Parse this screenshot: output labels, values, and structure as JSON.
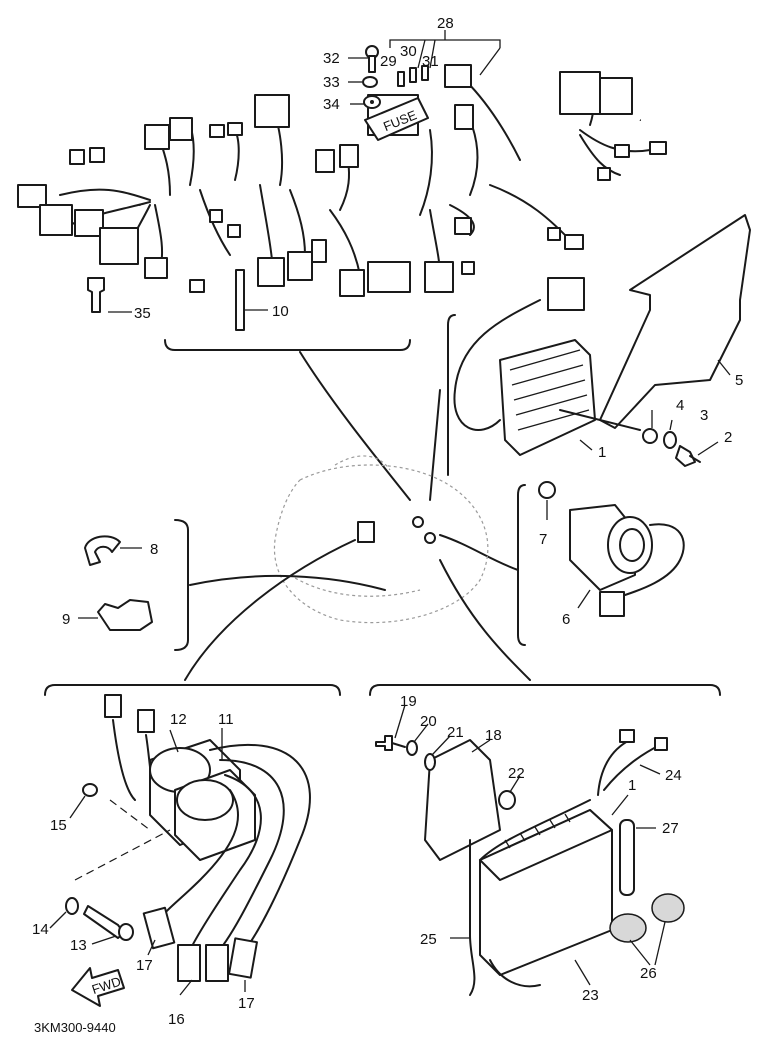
{
  "diagram": {
    "code": "3KM300-9440",
    "fwd_label": "FWD",
    "fuse_label": "FUSE",
    "callouts": [
      {
        "n": "1"
      },
      {
        "n": "2"
      },
      {
        "n": "3"
      },
      {
        "n": "4"
      },
      {
        "n": "5"
      },
      {
        "n": "6"
      },
      {
        "n": "7"
      },
      {
        "n": "8"
      },
      {
        "n": "9"
      },
      {
        "n": "10"
      },
      {
        "n": "11"
      },
      {
        "n": "12"
      },
      {
        "n": "13"
      },
      {
        "n": "14"
      },
      {
        "n": "15"
      },
      {
        "n": "16"
      },
      {
        "n": "17"
      },
      {
        "n": "17"
      },
      {
        "n": "18"
      },
      {
        "n": "19"
      },
      {
        "n": "20"
      },
      {
        "n": "21"
      },
      {
        "n": "22"
      },
      {
        "n": "23"
      },
      {
        "n": "24"
      },
      {
        "n": "25"
      },
      {
        "n": "26"
      },
      {
        "n": "27"
      },
      {
        "n": "28"
      },
      {
        "n": "29"
      },
      {
        "n": "30"
      },
      {
        "n": "31"
      },
      {
        "n": "32"
      },
      {
        "n": "33"
      },
      {
        "n": "34"
      },
      {
        "n": "35"
      },
      {
        "n": "1"
      }
    ]
  },
  "colors": {
    "ink": "#1a1a1a",
    "paper": "#ffffff"
  }
}
